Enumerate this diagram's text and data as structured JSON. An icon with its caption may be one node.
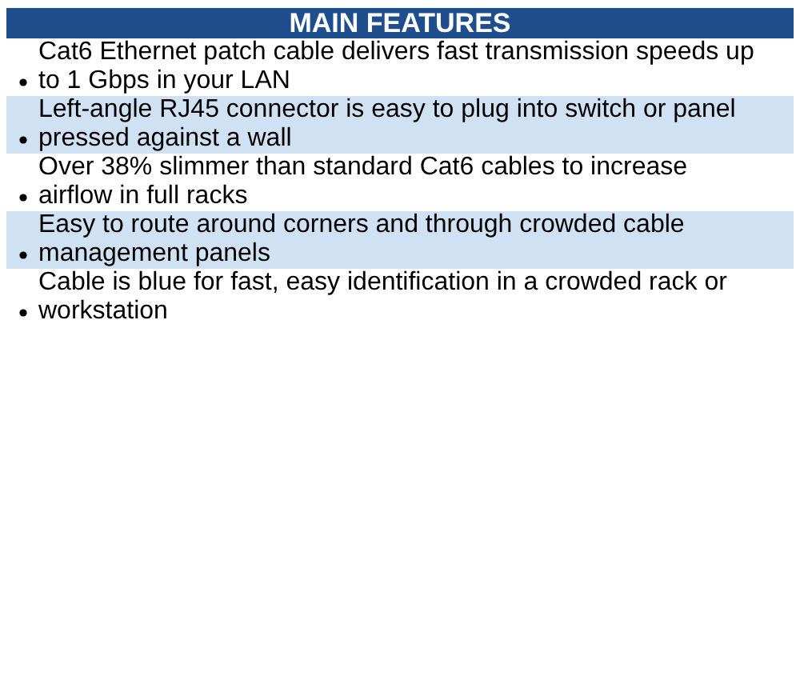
{
  "diagram": {
    "title": "MAIN FEATURES",
    "labels": [
      "Cat6 Ethernet patch cable delivers fast transmission speeds up to 1 Gbps in your LAN",
      "Left-angle RJ45 connector is easy to plug into switch or panel pressed against a wall",
      "Over 38% slimmer than standard Cat6 cables to increase airflow in full racks",
      "Easy to route around corners and through crowded cable management panels",
      "Cable is blue for fast, easy identification in a crowded rack or workstation"
    ]
  }
}
